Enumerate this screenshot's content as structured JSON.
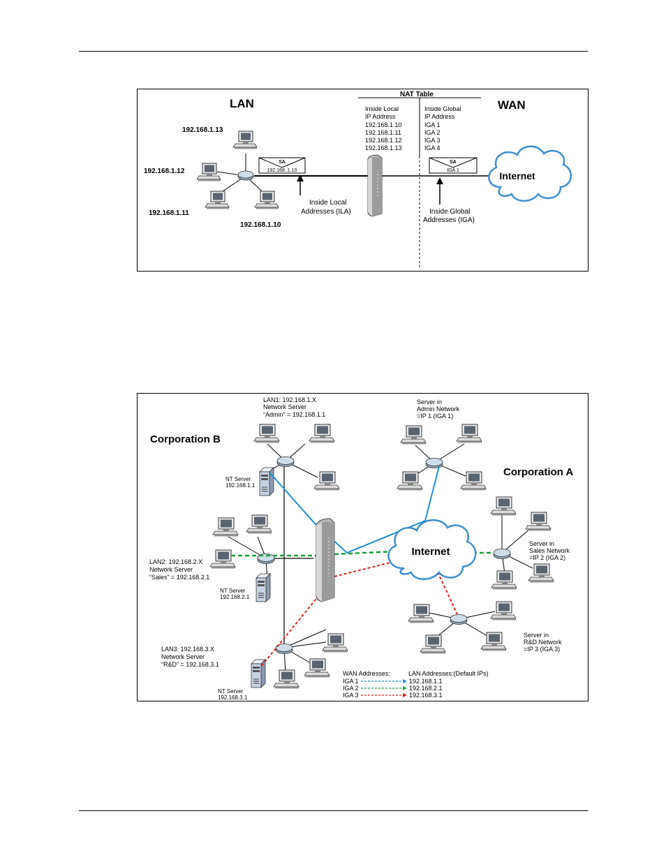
{
  "figure1": {
    "lan_heading": "LAN",
    "wan_heading": "WAN",
    "nat_table": {
      "title": "NAT Table",
      "local_col": {
        "header1": "Inside Local",
        "header2": "IP Address",
        "rows": [
          "192.168.1.10",
          "192.168.1.11",
          "192.168.1.12",
          "192.168.1.13"
        ]
      },
      "global_col": {
        "header1": "Inside Global",
        "header2": "IP Address",
        "rows": [
          "IGA 1",
          "IGA 2",
          "IGA 3",
          "IGA 4"
        ]
      }
    },
    "hosts": [
      "192.168.1.13",
      "192.168.1.12",
      "192.168.1.11",
      "192.168.1.10"
    ],
    "lan_packet": {
      "sa": "SA",
      "addr": "192.168..1.10"
    },
    "wan_packet": {
      "sa": "SA",
      "addr": "IGA 1"
    },
    "ila_label": [
      "Inside Local",
      "Addresses (ILA)"
    ],
    "iga_label": [
      "Inside Global",
      "Addresses (IGA)"
    ],
    "internet": "Internet"
  },
  "figure2": {
    "corp_b": "Corporation B",
    "corp_a": "Corporation A",
    "internet": "Internet",
    "lan1": [
      "LAN1: 192.168.1.X",
      "Network Server",
      "“Admin” = 192.168.1.1"
    ],
    "lan2": [
      "LAN2: 192.168.2.X",
      "Network Server",
      "“Sales” = 192.168.2.1"
    ],
    "lan3": [
      "LAN3: 192.168.3.X",
      "Network Server",
      "“R&D” = 192.168.3.1"
    ],
    "nt1": [
      "NT Server",
      "192.168.1.1"
    ],
    "nt2": [
      "NT Server",
      "192.168.2.1"
    ],
    "nt3": [
      "NT Server",
      "192.168.3.1"
    ],
    "admin_server": [
      "Server in",
      "Admin Network",
      "=IP 1 (IGA 1)"
    ],
    "sales_server": [
      "Server in",
      "Sales Network",
      "=IP 2 (IGA 2)"
    ],
    "rd_server": [
      "Server in",
      "R&D Network",
      "=IP 3 (IGA 3)"
    ],
    "legend": {
      "wan_header": "WAN Addresses:",
      "lan_header": "LAN Addresses:(Default IPs)",
      "rows": [
        {
          "wan": "IGA 1",
          "lan": "192.168.1.1",
          "color": "#1a8fd6"
        },
        {
          "wan": "IGA 2",
          "lan": "192.168.2.1",
          "color": "#17a03a"
        },
        {
          "wan": "IGA 3",
          "lan": "192.168.3.1",
          "color": "#e0201c"
        }
      ]
    }
  },
  "colors": {
    "blue": "#1a8fd6",
    "green": "#17a03a",
    "red": "#e0201c"
  }
}
